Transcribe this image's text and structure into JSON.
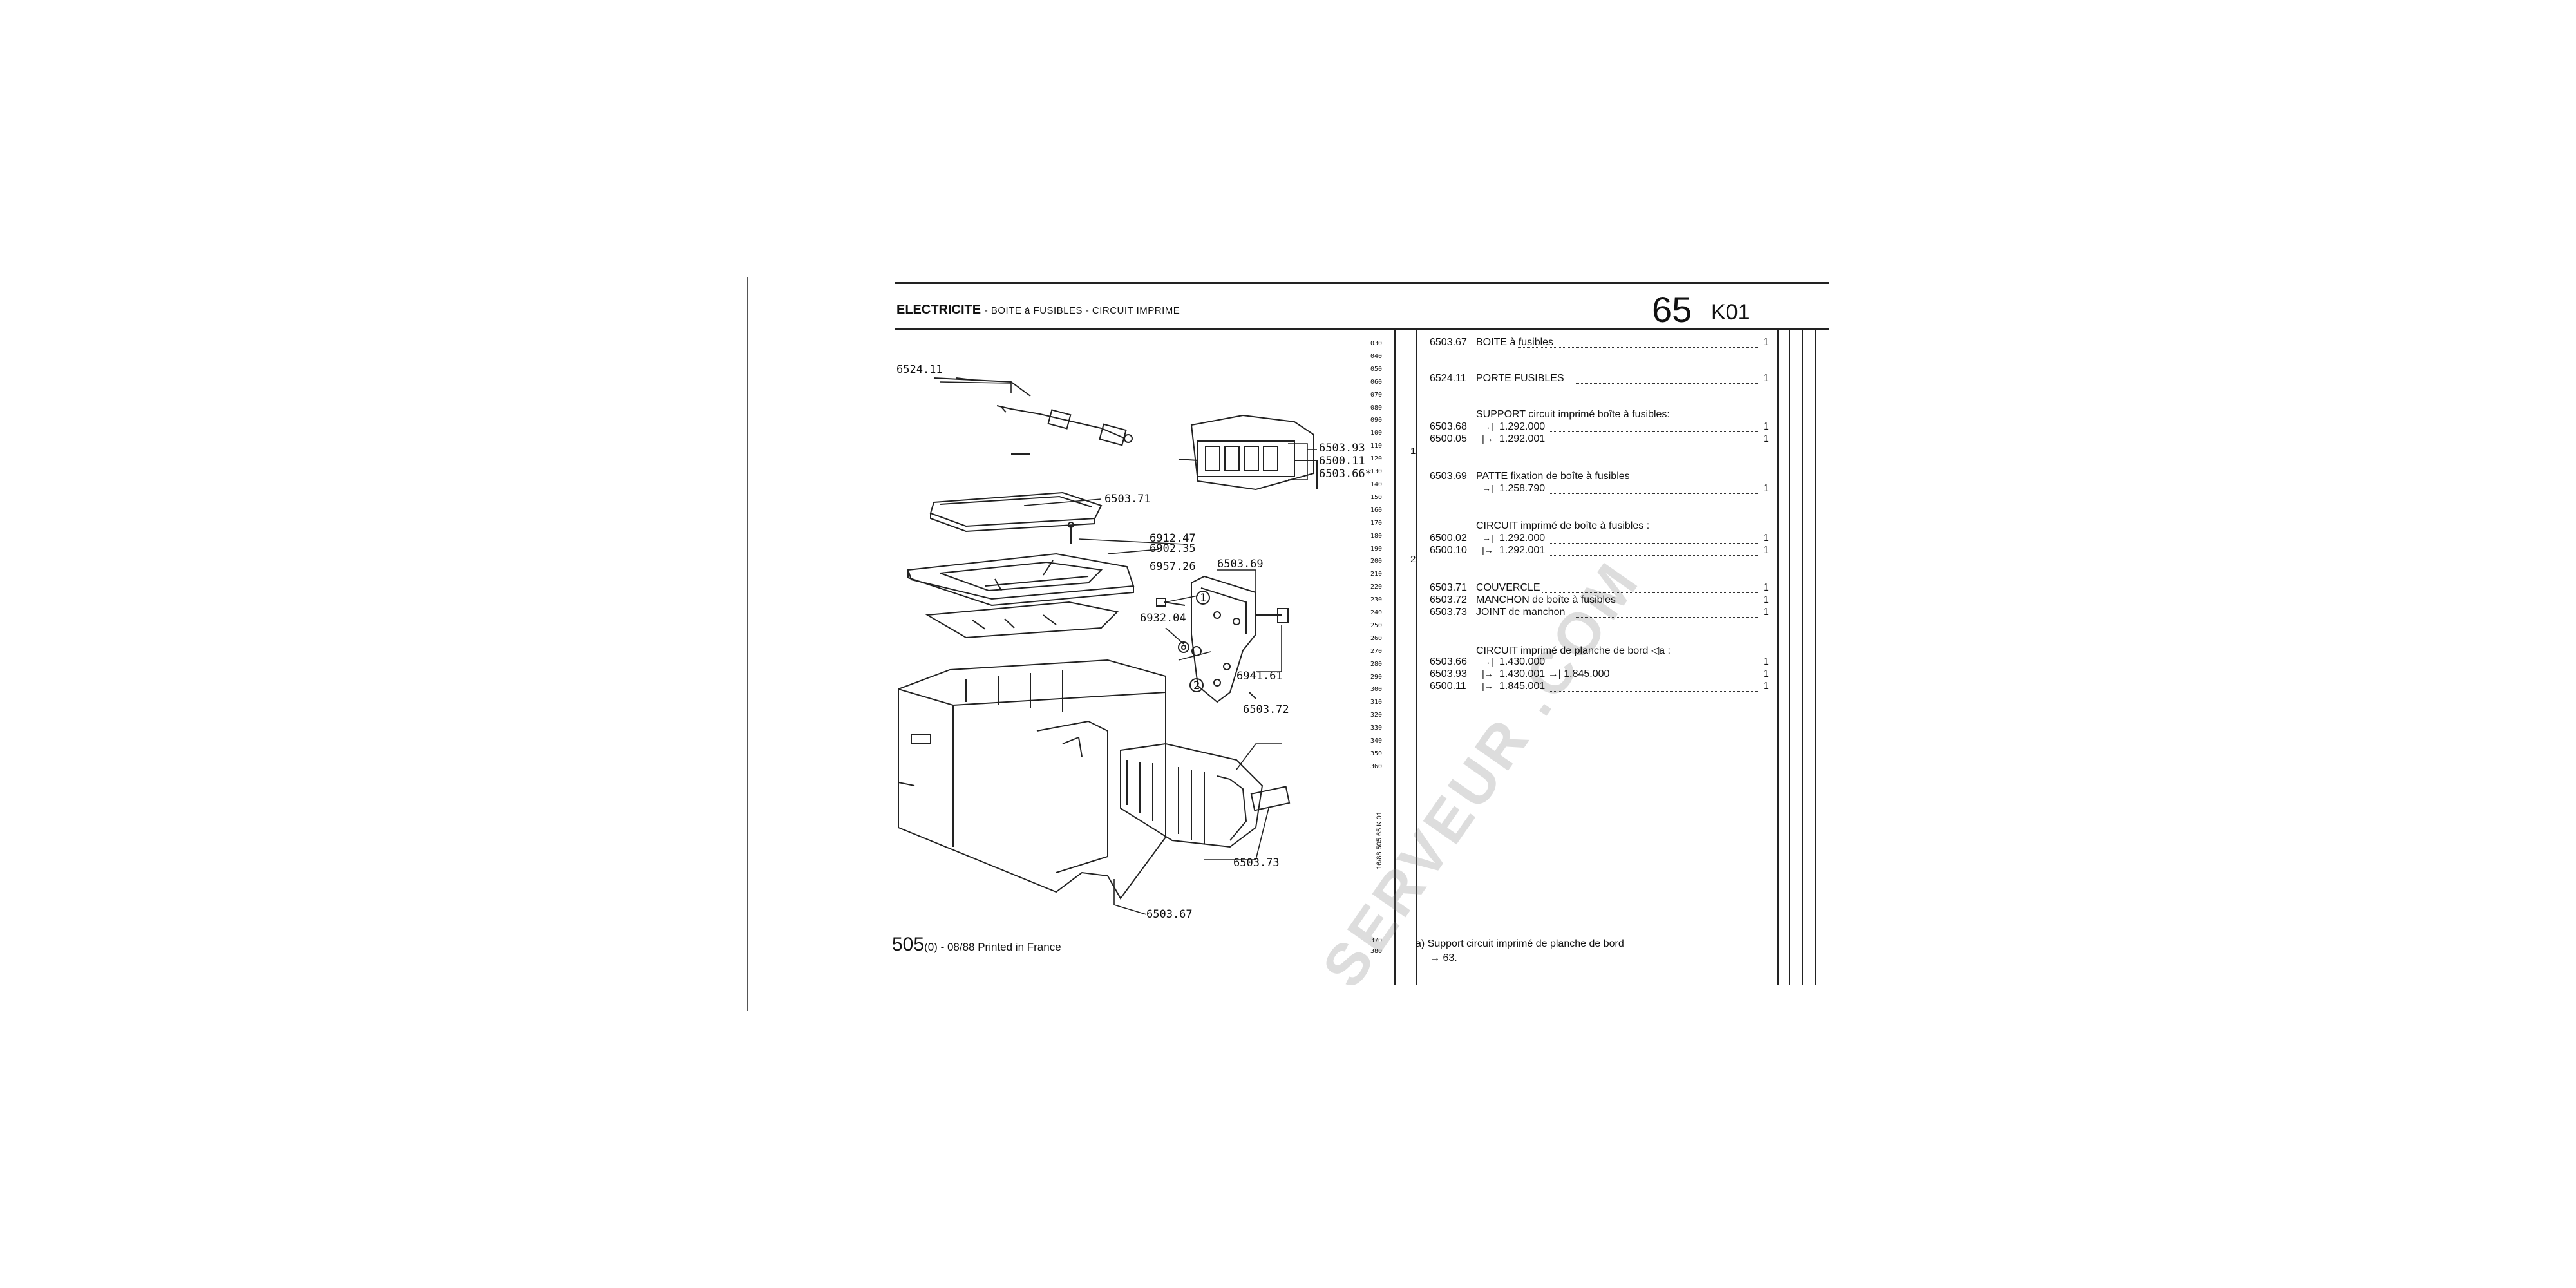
{
  "header": {
    "title": "ELECTRICITE",
    "subtitle": "- BOITE à FUSIBLES - CIRCUIT IMPRIME",
    "page_number": "65",
    "page_section": "K01"
  },
  "diagram_labels": {
    "l6524_11": "6524.11",
    "l6503_71": "6503.71",
    "l6503_93": "6503.93",
    "l6500_11": "6500.11",
    "l6503_66": "6503.66*",
    "l6503_69": "6503.69",
    "l6912_47": "6912.47",
    "l6902_35": "6902.35",
    "l6957_26": "6957.26",
    "l6932_04": "6932.04",
    "l6941_61": "6941.61",
    "l6503_72": "6503.72",
    "l6503_73": "6503.73",
    "l6503_67": "6503.67",
    "circle1": "1",
    "circle2": "2"
  },
  "ruler": [
    "030",
    "040",
    "050",
    "060",
    "070",
    "080",
    "090",
    "100",
    "110",
    "120",
    "130",
    "140",
    "150",
    "160",
    "170",
    "180",
    "190",
    "200",
    "210",
    "220",
    "230",
    "240",
    "250",
    "260",
    "270",
    "280",
    "290",
    "300",
    "310",
    "320",
    "330",
    "340",
    "350",
    "360"
  ],
  "ruler_bottom": [
    "370",
    "380"
  ],
  "vertical_code": "16/88 505 65 K 01",
  "group_markers": {
    "m1": "1",
    "m2": "2"
  },
  "parts": {
    "r1": {
      "ref": "6503.67",
      "desc": "BOITE à fusibles",
      "qty": "1"
    },
    "r2": {
      "ref": "6524.11",
      "desc": "PORTE FUSIBLES",
      "qty": "1"
    },
    "r3": {
      "desc": "SUPPORT circuit imprimé boîte à fusibles:"
    },
    "r4": {
      "ref": "6503.68",
      "arrow": "→|",
      "desc": "1.292.000",
      "qty": "1"
    },
    "r5": {
      "ref": "6500.05",
      "arrow": "|→",
      "desc": "1.292.001",
      "qty": "1"
    },
    "r6": {
      "ref": "6503.69",
      "desc": "PATTE fixation de boîte à fusibles"
    },
    "r7": {
      "arrow": "→|",
      "desc": "1.258.790",
      "qty": "1"
    },
    "r8": {
      "desc": "CIRCUIT imprimé de boîte à fusibles :"
    },
    "r9": {
      "ref": "6500.02",
      "arrow": "→|",
      "desc": "1.292.000",
      "qty": "1"
    },
    "r10": {
      "ref": "6500.10",
      "arrow": "|→",
      "desc": "1.292.001",
      "qty": "1"
    },
    "r11": {
      "ref": "6503.71",
      "desc": "COUVERCLE",
      "qty": "1"
    },
    "r12": {
      "ref": "6503.72",
      "desc": "MANCHON de boîte à fusibles",
      "qty": "1"
    },
    "r13": {
      "ref": "6503.73",
      "desc": "JOINT de manchon",
      "qty": "1"
    },
    "r14": {
      "desc": "CIRCUIT imprimé de planche de bord ◁a :"
    },
    "r15": {
      "ref": "6503.66",
      "arrow": "→|",
      "desc": "1.430.000",
      "qty": "1"
    },
    "r16": {
      "ref": "6503.93",
      "arrow": "|→",
      "desc": "1.430.001 →| 1.845.000",
      "qty": "1"
    },
    "r17": {
      "ref": "6500.11",
      "arrow": "|→",
      "desc": "1.845.001",
      "qty": "1"
    }
  },
  "footer": {
    "model": "505",
    "suffix": "(0) - 08/88 Printed in France"
  },
  "note": {
    "line1": "a) Support circuit imprimé de planche de bord",
    "line2": "→ 63."
  },
  "watermark": "SERVEUR .COM"
}
